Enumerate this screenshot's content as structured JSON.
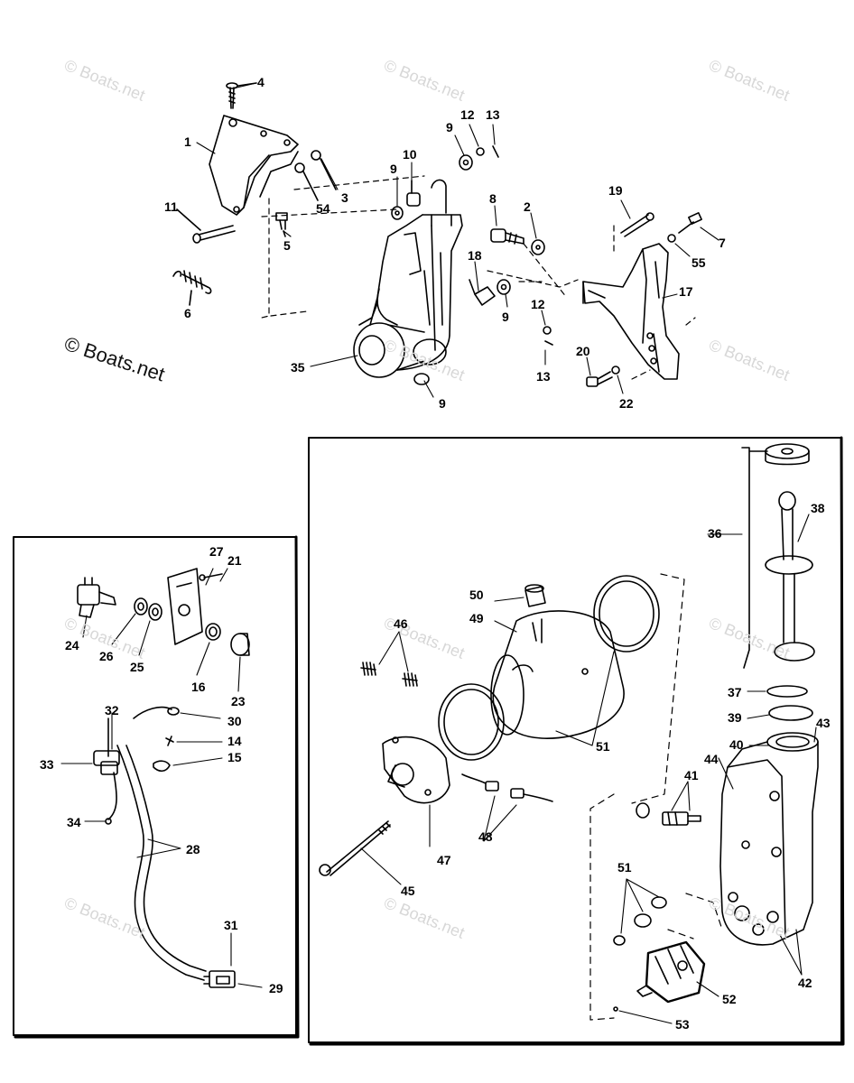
{
  "watermark": {
    "small": "© Boats.net",
    "large": "© Boats.net"
  },
  "callouts": {
    "c1": "1",
    "c2": "2",
    "c3": "3",
    "c4": "4",
    "c5": "5",
    "c6": "6",
    "c7": "7",
    "c8": "8",
    "c9a": "9",
    "c9b": "9",
    "c9c": "9",
    "c9d": "9",
    "c10": "10",
    "c11": "11",
    "c12a": "12",
    "c12b": "12",
    "c13a": "13",
    "c13b": "13",
    "c14": "14",
    "c15": "15",
    "c16": "16",
    "c17": "17",
    "c18": "18",
    "c19": "19",
    "c20": "20",
    "c21": "21",
    "c22": "22",
    "c23": "23",
    "c24": "24",
    "c25": "25",
    "c26": "26",
    "c27": "27",
    "c28": "28",
    "c29": "29",
    "c30": "30",
    "c31": "31",
    "c32": "32",
    "c33": "33",
    "c34": "34",
    "c35": "35",
    "c36": "36",
    "c37": "37",
    "c38": "38",
    "c39": "39",
    "c40": "40",
    "c41": "41",
    "c42": "42",
    "c43": "43",
    "c44": "44",
    "c45": "45",
    "c46": "46",
    "c47": "47",
    "c48": "48",
    "c49": "49",
    "c50": "50",
    "c51a": "51",
    "c51b": "51",
    "c52": "52",
    "c53": "53",
    "c54": "54",
    "c55": "55"
  }
}
